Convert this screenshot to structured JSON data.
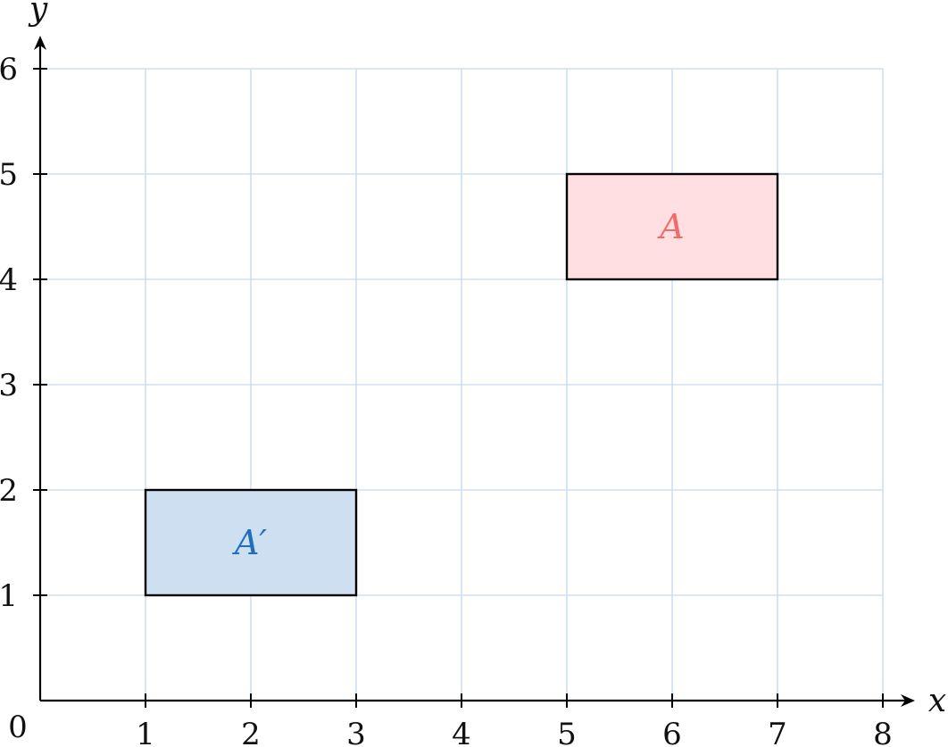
{
  "chart_data": {
    "type": "diagram",
    "xlabel": "x",
    "ylabel": "y",
    "xlim": [
      0,
      8
    ],
    "ylim": [
      0,
      6
    ],
    "origin_label": "0",
    "xticks": [
      "1",
      "2",
      "3",
      "4",
      "5",
      "6",
      "7",
      "8"
    ],
    "yticks": [
      "1",
      "2",
      "3",
      "4",
      "5",
      "6"
    ],
    "grid": true,
    "rectangles": [
      {
        "label": "A",
        "x": [
          5,
          7
        ],
        "y": [
          4,
          5
        ],
        "fill": "#ffdfe1",
        "label_color": "#f36a6a",
        "stroke": "#000000"
      },
      {
        "label": "A′",
        "x": [
          1,
          3
        ],
        "y": [
          1,
          2
        ],
        "fill": "#cddff0",
        "label_color": "#1f6fc0",
        "stroke": "#000000"
      }
    ],
    "colors": {
      "grid": "#cfdff0",
      "axis": "#000000"
    }
  }
}
